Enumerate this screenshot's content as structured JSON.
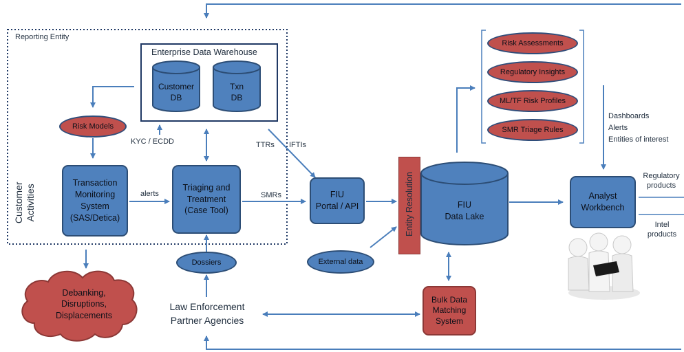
{
  "reporting_entity": {
    "label": "Reporting Entity"
  },
  "edw": {
    "title": "Enterprise Data Warehouse",
    "customer_db": "Customer\nDB",
    "txn_db": "Txn\nDB"
  },
  "customer_activities": "Customer\nActivities",
  "risk_models": "Risk Models",
  "kyc_label": "KYC / ECDD",
  "tms": "Transaction\nMonitoring\nSystem\n(SAS/Detica)",
  "alerts_label": "alerts",
  "triage": "Triaging and\nTreatment\n(Case Tool)",
  "ttrs_label": "TTRs",
  "iftis_label": "IFTIs",
  "smrs_label": "SMRs",
  "fiu_portal": "FIU\nPortal / API",
  "external_data": "External data",
  "entity_resolution": "Entity Resolution",
  "fiu_data_lake": "FIU\nData Lake",
  "bulk_matching": "Bulk Data\nMatching\nSystem",
  "products": [
    "Risk Assessments",
    "Regulatory Insights",
    "ML/TF Risk Profiles",
    "SMR Triage Rules"
  ],
  "outputs": [
    "Dashboards",
    "Alerts",
    "Entities of interest"
  ],
  "analyst_workbench": "Analyst\nWorkbench",
  "regulatory_products": "Regulatory\nproducts",
  "intel_products": "Intel\nproducts",
  "dossiers": "Dossiers",
  "law_enforcement": "Law Enforcement\nPartner Agencies",
  "debanking": "Debanking,\nDisruptions,\nDisplacements",
  "colors": {
    "blue": "#4f81bd",
    "red": "#c0504d",
    "arrow": "#4a7ebb"
  }
}
